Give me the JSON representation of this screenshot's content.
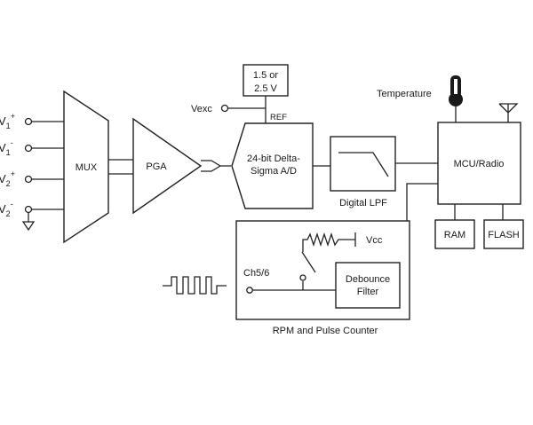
{
  "inputs": [
    {
      "base": "V",
      "sub": "1",
      "sup": "+"
    },
    {
      "base": "V",
      "sub": "1",
      "sup": "-"
    },
    {
      "base": "V",
      "sub": "2",
      "sup": "+"
    },
    {
      "base": "V",
      "sub": "2",
      "sup": "-"
    }
  ],
  "blocks": {
    "mux": "MUX",
    "pga": "PGA",
    "adc_line1": "24-bit Delta-",
    "adc_line2": "Sigma A/D",
    "lpf": "Digital LPF",
    "mcu": "MCU/Radio",
    "ram": "RAM",
    "flash": "FLASH",
    "debounce_line1": "Debounce",
    "debounce_line2": "Filter"
  },
  "reference": {
    "line1": "1.5 or",
    "line2": "2.5 V",
    "ref_label": "REF",
    "vexc_label": "Vexc"
  },
  "sensors": {
    "temperature": "Temperature"
  },
  "counter": {
    "channel": "Ch5/6",
    "vcc": "Vcc",
    "title": "RPM and Pulse Counter"
  }
}
